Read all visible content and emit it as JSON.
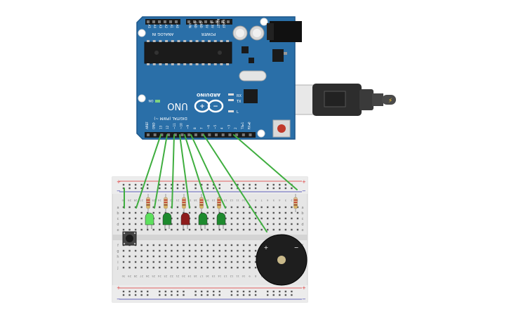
{
  "board": {
    "brand": "ARDUINO",
    "model": "UNO",
    "on_label": "ON",
    "analog_label": "ANALOG IN",
    "power_label": "POWER",
    "digital_label": "DIGITAL (PWM ~)",
    "tx_label": "TX",
    "rx_label": "RX",
    "l_label": "L",
    "analog_pins": [
      "A5",
      "A4",
      "A3",
      "A2",
      "A1",
      "A0"
    ],
    "power_pins": [
      "VIN",
      "GND",
      "GND",
      "5V",
      "3.3V",
      "RESET",
      "IOREF"
    ],
    "digital_pins": [
      "AREF",
      "GND",
      "13",
      "12",
      "~11",
      "~10",
      "~9",
      "8",
      "7",
      "~6",
      "~5",
      "4",
      "~3",
      "2",
      "TX▸1",
      "RX◂0"
    ],
    "color": "#2a6fa8"
  },
  "breadboard": {
    "row_letters_top": [
      "a",
      "b",
      "c",
      "d",
      "e"
    ],
    "row_letters_bottom": [
      "f",
      "g",
      "h",
      "i",
      "j"
    ],
    "columns_top": [
      "30",
      "29",
      "28",
      "27",
      "26",
      "25",
      "24",
      "23",
      "22",
      "21",
      "20",
      "19",
      "18",
      "17",
      "16",
      "15",
      "14",
      "13",
      "12",
      "11",
      "10",
      "9",
      "8",
      "7",
      "6",
      "5",
      "4",
      "3",
      "2",
      "1"
    ],
    "rail_plus": "+",
    "rail_minus": "−"
  },
  "components": {
    "leds": [
      {
        "color": "#5ee05e"
      },
      {
        "color": "#1e8a2e"
      },
      {
        "color": "#8e1c1c"
      },
      {
        "color": "#1e8a2e"
      },
      {
        "color": "#1e8a2e"
      }
    ],
    "buzzer_plus": "+",
    "buzzer_minus": "−"
  },
  "colors": {
    "wire": "#3fae3f",
    "usb_body": "#333333"
  }
}
